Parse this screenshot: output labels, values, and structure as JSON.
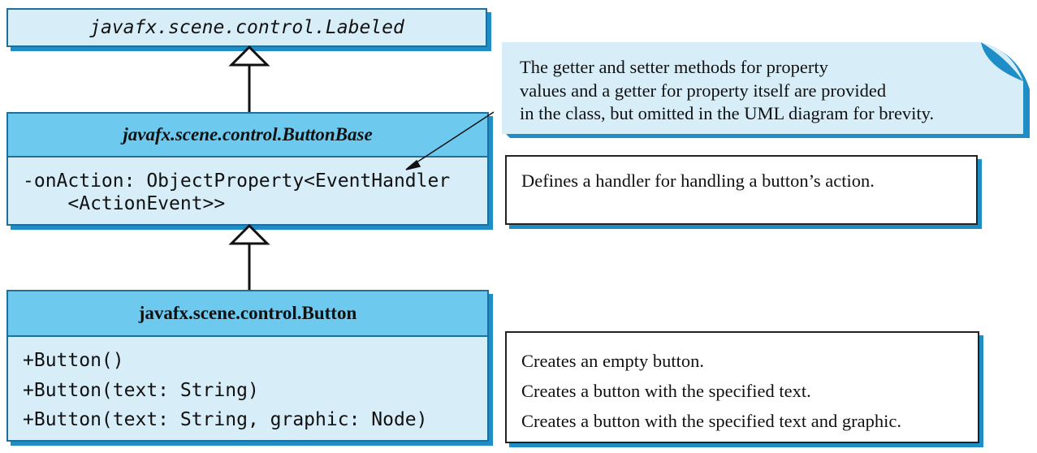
{
  "labeled_class": {
    "name": "javafx.scene.control.Labeled"
  },
  "buttonbase_class": {
    "name": "javafx.scene.control.ButtonBase",
    "members": [
      "-onAction: ObjectProperty<EventHandler",
      "    <ActionEvent>>"
    ]
  },
  "button_class": {
    "name": "javafx.scene.control.Button",
    "members": [
      "+Button()",
      "+Button(text: String)",
      "+Button(text: String, graphic: Node)"
    ]
  },
  "callout": {
    "lines": [
      "The getter and setter methods for property",
      "values and a getter for property itself are provided",
      "in the class, but omitted in the UML diagram for brevity."
    ]
  },
  "buttonbase_note": {
    "text": "Defines a handler for handling a button’s action."
  },
  "button_notes": [
    "Creates an empty button.",
    "Creates a button with the specified text.",
    "Creates a button with the specified text and graphic."
  ]
}
